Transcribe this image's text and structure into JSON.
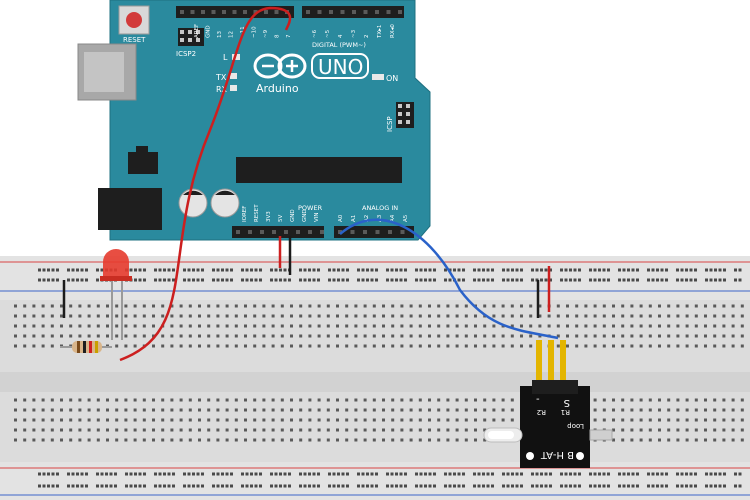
{
  "arduino": {
    "board_name": "UNO",
    "brand": "Arduino",
    "reset_label": "RESET",
    "icsp2_label": "ICSP2",
    "icsp_label": "ICSP",
    "l_label": "L",
    "tx_label": "TX",
    "rx_label": "RX",
    "on_label": "ON",
    "digital_label": "DIGITAL (PWM~)",
    "power_label": "POWER",
    "analog_label": "ANALOG IN",
    "digital_pins": [
      "AREF",
      "GND",
      "13",
      "12",
      "~11",
      "~10",
      "~9",
      "8",
      "7",
      "~6",
      "~5",
      "4",
      "~3",
      "2",
      "TX▸1",
      "RX◂0"
    ],
    "power_pins": [
      "IOREF",
      "RESET",
      "3V3",
      "5V",
      "GND",
      "GND",
      "VIN"
    ],
    "analog_pins": [
      "A0",
      "A1",
      "A2",
      "A3",
      "A4",
      "A5"
    ]
  },
  "sensor": {
    "pin_labels": [
      "-",
      "",
      "S"
    ],
    "r2_label": "R2",
    "r1_label": "R1",
    "loop_label": "Loop",
    "name_label": "B H-AT"
  },
  "colors": {
    "board": "#2a8a9e",
    "wire_red": "#cc1f1f",
    "wire_black": "#1b1b1b",
    "wire_blue": "#2a62c9",
    "led": "#e53b2e",
    "rail_red": "#d94444",
    "rail_blue": "#3c64c8"
  }
}
